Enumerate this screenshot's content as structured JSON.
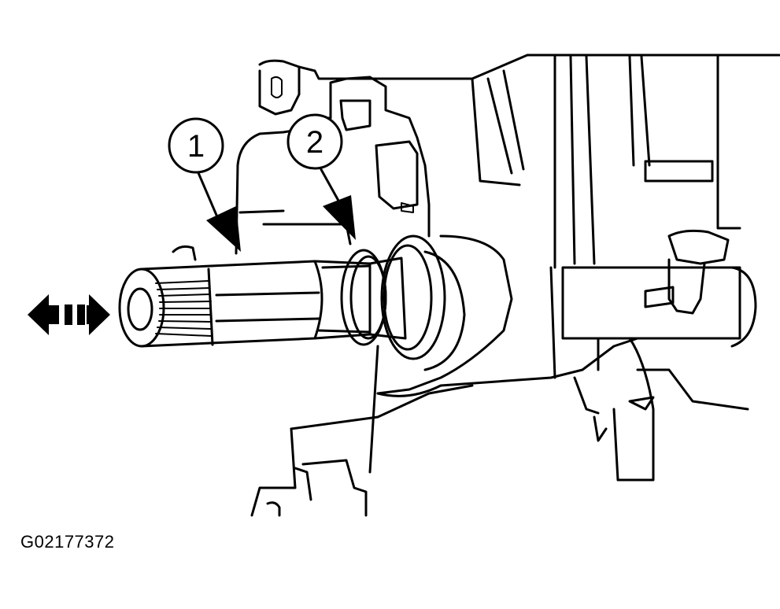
{
  "callouts": [
    {
      "label": "1"
    },
    {
      "label": "2"
    }
  ],
  "figure_id": "G02177372",
  "icons": {
    "motion_arrow": "double-headed-arrow-icon",
    "pointer_arrow": "callout-arrow-icon"
  }
}
